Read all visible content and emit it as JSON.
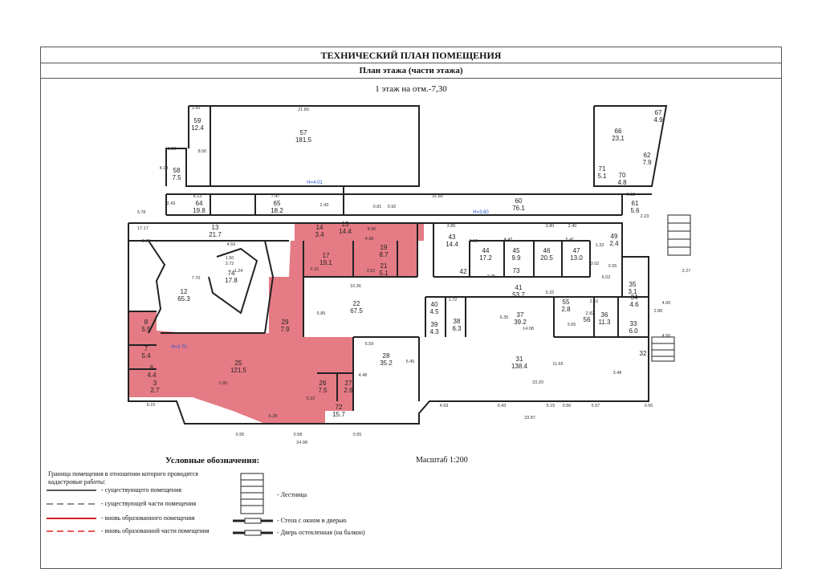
{
  "header": {
    "title": "ТЕХНИЧЕСКИЙ ПЛАН ПОМЕЩЕНИЯ",
    "subtitle": "План этажа (части этажа)",
    "level": "1 этаж на отм.-7,30"
  },
  "heights": {
    "h1": "H=4.01",
    "h2": "H=3.60",
    "h3": "H=2.70"
  },
  "rooms": [
    {
      "num": "57",
      "area": "181.5"
    },
    {
      "num": "59",
      "area": "12.4"
    },
    {
      "num": "58",
      "area": "7.5"
    },
    {
      "num": "64",
      "area": "19.8"
    },
    {
      "num": "65",
      "area": "18.2"
    },
    {
      "num": "60",
      "area": "76.1"
    },
    {
      "num": "61",
      "area": "5.6"
    },
    {
      "num": "66",
      "area": "23,1"
    },
    {
      "num": "67",
      "area": "4.9"
    },
    {
      "num": "62",
      "area": "7.9"
    },
    {
      "num": "71",
      "area": "5.1"
    },
    {
      "num": "70",
      "area": "4.8"
    },
    {
      "num": "13",
      "area": "21.7"
    },
    {
      "num": "14",
      "area": "3.4"
    },
    {
      "num": "15",
      "area": "14.4"
    },
    {
      "num": "12",
      "area": "65.3"
    },
    {
      "num": "74",
      "area": "17.8"
    },
    {
      "num": "17",
      "area": "19.1"
    },
    {
      "num": "19",
      "area": "8.7"
    },
    {
      "num": "21",
      "area": "5.1"
    },
    {
      "num": "22",
      "area": "67.5"
    },
    {
      "num": "29",
      "area": "7.9"
    },
    {
      "num": "25",
      "area": "121.5"
    },
    {
      "num": "26",
      "area": "7.5"
    },
    {
      "num": "27",
      "area": "2.6"
    },
    {
      "num": "72",
      "area": "15.7"
    },
    {
      "num": "8",
      "area": "5.5"
    },
    {
      "num": "7",
      "area": "5.4"
    },
    {
      "num": "6",
      "area": "4.4"
    },
    {
      "num": "3",
      "area": "2.7"
    },
    {
      "num": "43",
      "area": "14.4"
    },
    {
      "num": "44",
      "area": "17.2"
    },
    {
      "num": "45",
      "area": "9.9"
    },
    {
      "num": "46",
      "area": "20.5"
    },
    {
      "num": "47",
      "area": "13.0"
    },
    {
      "num": "42",
      "area": ""
    },
    {
      "num": "73",
      "area": ""
    },
    {
      "num": "41",
      "area": "53.7"
    },
    {
      "num": "40",
      "area": "4.5"
    },
    {
      "num": "39",
      "area": "4.3"
    },
    {
      "num": "38",
      "area": "6.3"
    },
    {
      "num": "37",
      "area": "39.2"
    },
    {
      "num": "55",
      "area": "2.8"
    },
    {
      "num": "56",
      "area": ""
    },
    {
      "num": "36",
      "area": "11.3"
    },
    {
      "num": "33",
      "area": "6.0"
    },
    {
      "num": "34",
      "area": "4.6"
    },
    {
      "num": "35",
      "area": "3.1"
    },
    {
      "num": "32",
      "area": ""
    },
    {
      "num": "28",
      "area": "35.2"
    },
    {
      "num": "31",
      "area": "138.4"
    },
    {
      "num": "49",
      "area": "2.4"
    }
  ],
  "dimensions": [
    "21.80",
    "8.50",
    "1.50",
    "1.80",
    "4.18",
    "8.13",
    "7.47",
    "31.80",
    "3.78",
    "17.17",
    "3.00",
    "7.70",
    "4.59",
    "1.50",
    "3.72",
    "1.24",
    "5.31",
    "10.36",
    "8.96",
    "4.98",
    "3.52",
    "5.85",
    "2.85",
    "6.15",
    "0.55",
    "0.58",
    "0.55",
    "24.98",
    "6.28",
    "5.32",
    "4.48",
    "5.45",
    "5.59",
    "4.93",
    "5.43",
    "5.15",
    "5.57",
    "0.56",
    "0.56",
    "23.20",
    "23.87",
    "3.85",
    "5.56",
    "4.42",
    "3.80",
    "5.41",
    "2.40",
    "2.25",
    "5.32",
    "14.08",
    "11.65",
    "6.35",
    "3.65",
    "3.48",
    "6.02",
    "2.82",
    "2.52",
    "4.00",
    "2.80",
    "2.27",
    "4.56",
    "1.33",
    "2.65",
    "3.02",
    "0.81",
    "0.92",
    "2.52",
    "2.23",
    "2.43",
    "2.43",
    "1.72"
  ],
  "legend": {
    "heading": "Условные обозначения:",
    "scale": "Масштаб 1:200",
    "boundary_intro": "Граница помещения в отношении которого проводятся кадастровые работы:",
    "items": [
      {
        "label": "- существующего помещения",
        "color": "#222222",
        "style": "solid"
      },
      {
        "label": "- существующей части помещения",
        "color": "#222222",
        "style": "dashed"
      },
      {
        "label": "- вновь образованного помещения",
        "color": "#dd2222",
        "style": "solid"
      },
      {
        "label": "- вновь образованной части помещения",
        "color": "#dd2222",
        "style": "dashed"
      }
    ],
    "stairs": "- Лестница",
    "wall_window": "- Стена с окном и дверью",
    "glass_door": "- Дверь остекленная (на балкон)"
  },
  "colors": {
    "highlight": "#e06470",
    "wall": "#222222",
    "height_label": "#2255cc"
  }
}
